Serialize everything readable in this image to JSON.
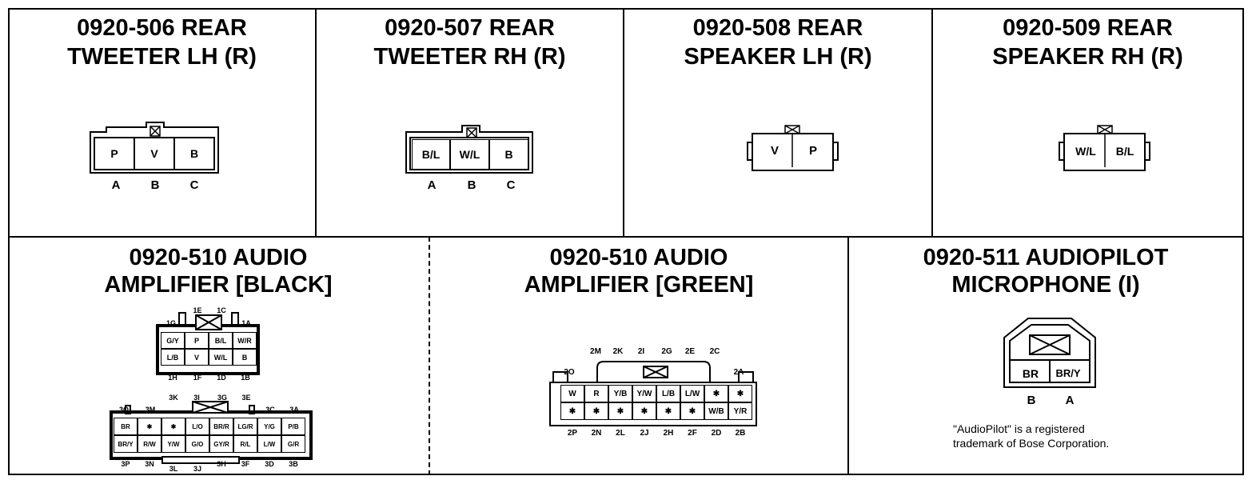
{
  "panels": {
    "p506": {
      "line1": "0920-506 REAR",
      "line2": "TWEETER LH (R)",
      "pins": [
        "P",
        "V",
        "B"
      ],
      "pin_labels": [
        "A",
        "B",
        "C"
      ]
    },
    "p507": {
      "line1": "0920-507 REAR",
      "line2": "TWEETER RH (R)",
      "pins": [
        "B/L",
        "W/L",
        "B"
      ],
      "pin_labels": [
        "A",
        "B",
        "C"
      ]
    },
    "p508": {
      "line1": "0920-508 REAR",
      "line2": "SPEAKER LH (R)",
      "pins": [
        "V",
        "P"
      ]
    },
    "p509": {
      "line1": "0920-509 REAR",
      "line2": "SPEAKER RH (R)",
      "pins": [
        "W/L",
        "B/L"
      ]
    },
    "p510b": {
      "line1": "0920-510 AUDIO",
      "line2": "AMPLIFIER [BLACK]",
      "c1_top_labels": [
        "1G",
        "1E",
        "1C",
        "1A"
      ],
      "c1_row1": [
        "G/Y",
        "P",
        "B/L",
        "W/R"
      ],
      "c1_row2": [
        "L/B",
        "V",
        "W/L",
        "B"
      ],
      "c1_bottom_labels": [
        "1H",
        "1F",
        "1D",
        "1B"
      ],
      "c2_top_labels": [
        "3O",
        "3M",
        "3K",
        "3I",
        "3G",
        "3E",
        "3C",
        "3A"
      ],
      "c2_row1": [
        "BR",
        "✱",
        "✱",
        "L/O",
        "BR/R",
        "LG/R",
        "Y/G",
        "P/B"
      ],
      "c2_row2": [
        "BR/Y",
        "R/W",
        "Y/W",
        "G/O",
        "GY/R",
        "R/L",
        "L/W",
        "G/R"
      ],
      "c2_bottom_labels": [
        "3P",
        "3N",
        "3L",
        "3J",
        "3H",
        "3F",
        "3D",
        "3B"
      ]
    },
    "p510g": {
      "line1": "0920-510 AUDIO",
      "line2": "AMPLIFIER [GREEN]",
      "top_labels": [
        "2M",
        "2K",
        "2I",
        "2G",
        "2E",
        "2C"
      ],
      "side_labels": [
        "2O",
        "2A"
      ],
      "row1": [
        "W",
        "R",
        "Y/B",
        "Y/W",
        "L/B",
        "L/W",
        "✱",
        "✱"
      ],
      "row2": [
        "✱",
        "✱",
        "✱",
        "✱",
        "✱",
        "✱",
        "W/B",
        "Y/R"
      ],
      "bottom_labels": [
        "2P",
        "2N",
        "2L",
        "2J",
        "2H",
        "2F",
        "2D",
        "2B"
      ]
    },
    "p511": {
      "line1": "0920-511 AUDIOPILOT",
      "line2": "MICROPHONE (I)",
      "pins": [
        "BR",
        "BR/Y"
      ],
      "pin_labels": [
        "B",
        "A"
      ],
      "note_line1": "\"AudioPilot\" is a registered",
      "note_line2": "trademark of Bose Corporation."
    }
  }
}
